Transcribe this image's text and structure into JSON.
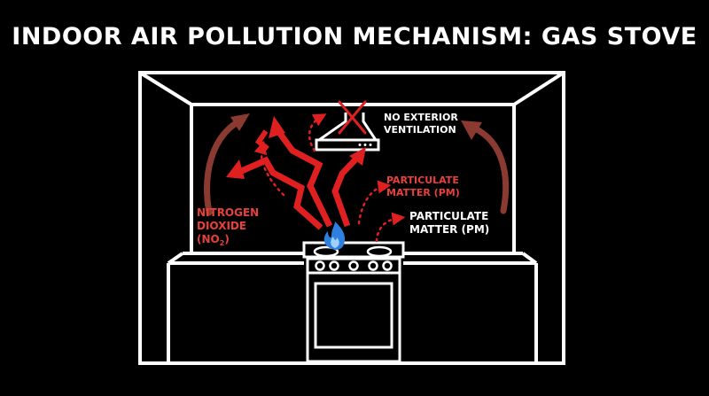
{
  "title": "INDOOR AIR POLLUTION MECHANISM: GAS STOVE",
  "labels": {
    "vent_line1": "NO EXTERIOR",
    "vent_line2": "VENTILATION",
    "pm_upper_line1": "PARTICULATE",
    "pm_upper_line2": "MATTER (PM)",
    "pm_lower_line1": "PARTICULATE",
    "pm_lower_line2": "MATTER (PM)",
    "no2_line1": "NITROGEN",
    "no2_line2": "DIOXIDE",
    "no2_formula": "(NO",
    "no2_subscript": "2",
    "no2_close": ")"
  },
  "icons": {
    "range_hood": "range-hood-icon",
    "cross": "cross-x-icon",
    "flame": "flame-icon"
  },
  "colors": {
    "background": "#000000",
    "outline": "#ffffff",
    "pollutant_red": "#e02020",
    "pm_text": "#e8403a",
    "dark_red": "#8a3a30",
    "flame_blue": "#2f7fe0",
    "light_blue": "#9fd0ff"
  }
}
